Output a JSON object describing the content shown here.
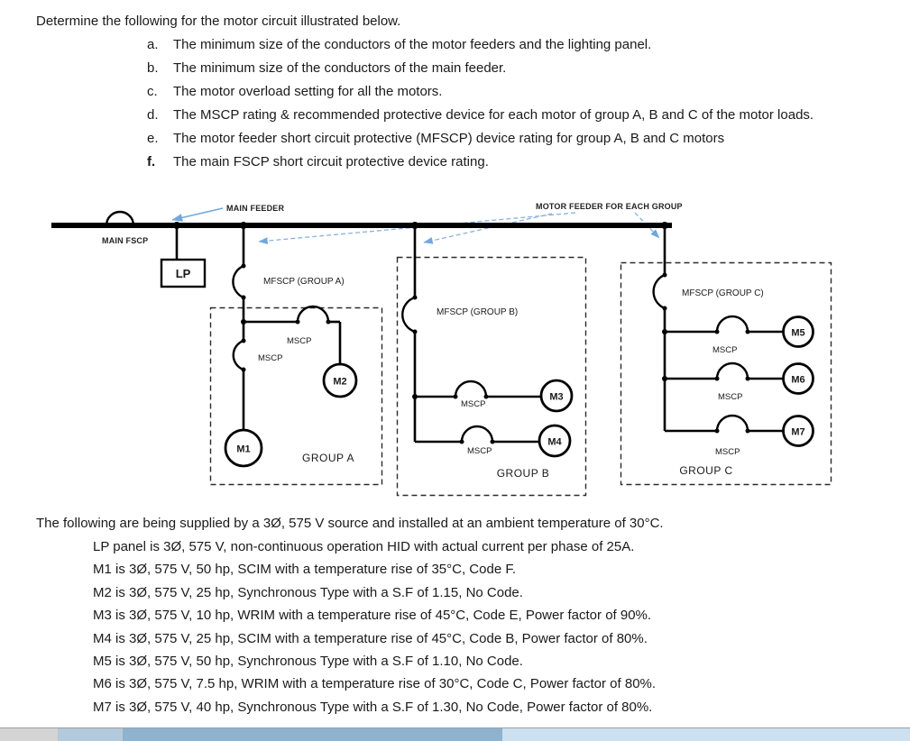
{
  "problem": {
    "intro": "Determine the following for the motor circuit illustrated below.",
    "items": [
      {
        "letter": "a.",
        "text": "The minimum size of the conductors of the motor feeders and the lighting panel."
      },
      {
        "letter": "b.",
        "text": "The minimum size of the conductors of the main feeder."
      },
      {
        "letter": "c.",
        "text": "The motor overload setting for all the motors."
      },
      {
        "letter": "d.",
        "text": "The MSCP rating & recommended protective device for each motor of group A, B and C of the motor loads."
      },
      {
        "letter": "e.",
        "text": "The motor feeder short circuit protective (MFSCP) device rating for group A, B and C motors"
      },
      {
        "letter": "f.",
        "text": "The main FSCP short circuit protective device rating."
      }
    ]
  },
  "diagram": {
    "arrow_color": "#6fa8dc",
    "wire_color": "#000000",
    "labels": {
      "main_feeder": "MAIN FEEDER",
      "motor_feeder": "MOTOR FEEDER FOR EACH GROUP",
      "main_fscp": "MAIN FSCP",
      "lp": "LP",
      "mfscp_a": "MFSCP (GROUP A)",
      "mfscp_b": "MFSCP (GROUP B)",
      "mfscp_c": "MFSCP (GROUP C)",
      "mscp": "MSCP",
      "group_a": "GROUP A",
      "group_b": "GROUP B",
      "group_c": "GROUP C"
    },
    "motors": [
      "M1",
      "M2",
      "M3",
      "M4",
      "M5",
      "M6",
      "M7"
    ]
  },
  "specs": {
    "intro": "The following are being supplied by a 3Ø, 575 V source and installed at an ambient temperature of 30°C.",
    "lines": [
      "LP panel is 3Ø, 575 V, non-continuous operation HID with actual current per phase of 25A.",
      "M1 is 3Ø, 575 V, 50 hp, SCIM with a temperature rise of 35°C, Code F.",
      "M2 is 3Ø, 575 V, 25 hp, Synchronous Type with a S.F of 1.15, No Code.",
      "M3 is 3Ø, 575 V, 10 hp, WRIM with a temperature rise of 45°C, Code E, Power factor of 90%.",
      "M4 is 3Ø, 575 V, 25 hp, SCIM with a temperature rise of 45°C, Code B, Power factor of 80%.",
      "M5 is 3Ø, 575 V, 50 hp, Synchronous Type with a S.F of 1.10, No Code.",
      "M6 is 3Ø, 575 V, 7.5 hp, WRIM with a temperature rise of 30°C, Code C, Power factor of 80%.",
      "M7 is 3Ø, 575 V, 40 hp, Synchronous Type with a S.F of 1.30, No Code, Power factor of 80%."
    ],
    "strip_colors": [
      "#d4d4d4",
      "#b3c9dc",
      "#8fb2cf",
      "#cde0ef"
    ]
  }
}
